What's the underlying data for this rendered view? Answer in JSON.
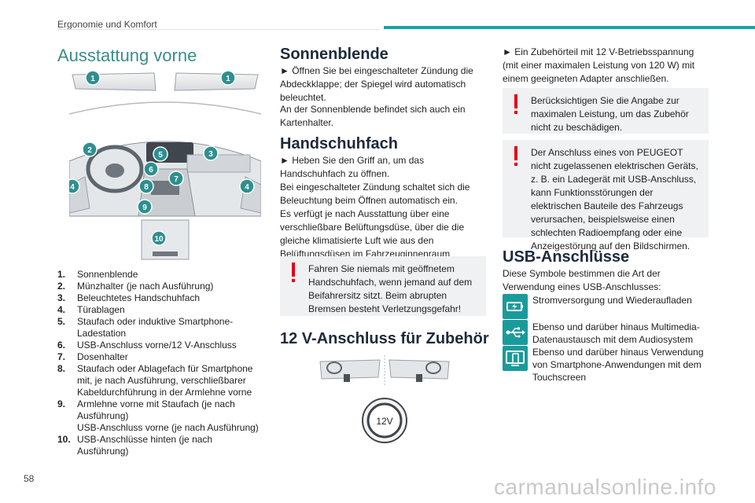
{
  "header": {
    "section": "Ergonomie und Komfort"
  },
  "page": {
    "title": "Ausstattung vorne",
    "number": "58"
  },
  "figure_markers": [
    "1",
    "1",
    "2",
    "3",
    "4",
    "4",
    "5",
    "6",
    "7",
    "8",
    "9",
    "10"
  ],
  "legend": [
    {
      "num": "1.",
      "text": "Sonnenblende"
    },
    {
      "num": "2.",
      "text": "Münzhalter (je nach Ausführung)"
    },
    {
      "num": "3.",
      "text": "Beleuchtetes Handschuhfach"
    },
    {
      "num": "4.",
      "text": "Türablagen"
    },
    {
      "num": "5.",
      "text": "Staufach oder induktive Smartphone-Ladestation"
    },
    {
      "num": "6.",
      "text": "USB-Anschluss vorne/12 V-Anschluss"
    },
    {
      "num": "7.",
      "text": "Dosenhalter"
    },
    {
      "num": "8.",
      "text": "Staufach oder Ablagefach für Smartphone mit, je nach Ausführung, verschließbarer Kabeldurchführung in der Armlehne vorne"
    },
    {
      "num": "9.",
      "text": "Armlehne vorne mit Staufach (je nach Ausführung)",
      "extra": "USB-Anschluss vorne (je nach Ausführung)"
    },
    {
      "num": "10.",
      "text": "USB-Anschlüsse hinten (je nach Ausführung)"
    }
  ],
  "sonnenblende": {
    "title": "Sonnenblende",
    "p1": "► Öffnen Sie bei eingeschalteter Zündung die Abdeckklappe; der Spiegel wird automatisch beleuchtet.",
    "p2": "An der Sonnenblende befindet sich auch ein Kartenhalter."
  },
  "handschuhfach": {
    "title": "Handschuhfach",
    "p1": "► Heben Sie den Griff an, um das Handschuhfach zu öffnen.",
    "p2": "Bei eingeschalteter Zündung schaltet sich die Beleuchtung beim Öffnen automatisch ein.",
    "p3": "Es verfügt je nach Ausstattung über eine verschließbare Belüftungsdüse, über die die gleiche klimatisierte Luft wie aus den Belüftungsdüsen im Fahrzeuginnenraum ausströmt.",
    "warning": "Fahren Sie niemals mit geöffnetem Handschuhfach, wenn jemand auf dem Beifahrersitz sitzt. Beim abrupten Bremsen besteht Verletzungsgefahr!"
  },
  "anschluss12v": {
    "title": "12 V-Anschluss für Zubehör",
    "socket_label": "12V",
    "p1": "► Ein Zubehörteil mit 12 V-Betriebsspannung (mit einer maximalen Leistung von 120 W) mit einem geeigneten Adapter anschließen.",
    "warning1": "Berücksichtigen Sie die Angabe zur maximalen Leistung, um das Zubehör nicht zu beschädigen.",
    "warning2": "Der Anschluss eines von PEUGEOT nicht zugelassenen elektrischen Geräts, z. B. ein Ladegerät mit USB-Anschluss, kann Funktionsstörungen der elektrischen Bauteile des Fahrzeugs verursachen, beispielsweise einen schlechten Radioempfang oder eine Anzeigestörung auf den Bildschirmen."
  },
  "usb": {
    "title": "USB-Anschlüsse",
    "intro": "Diese Symbole bestimmen die Art der Verwendung eines USB-Anschlusses:",
    "items": [
      {
        "icon": "battery-charge-icon",
        "text": "Stromversorgung und Wiederaufladen"
      },
      {
        "icon": "usb-icon",
        "text": "Ebenso und darüber hinaus Multimedia-Datenaustausch mit dem Audiosystem"
      },
      {
        "icon": "smartphone-screen-icon",
        "text": "Ebenso und darüber hinaus Verwendung von Smartphone-Anwendungen mit dem Touchscreen"
      }
    ]
  },
  "footer": {
    "watermark": "carmanualsonline.info"
  },
  "colors": {
    "accent": "#1aa3a3",
    "title": "#3a8d8d",
    "warning": "#e2001a",
    "warning_bg": "#eff1f2",
    "heading": "#1c2a3a"
  }
}
